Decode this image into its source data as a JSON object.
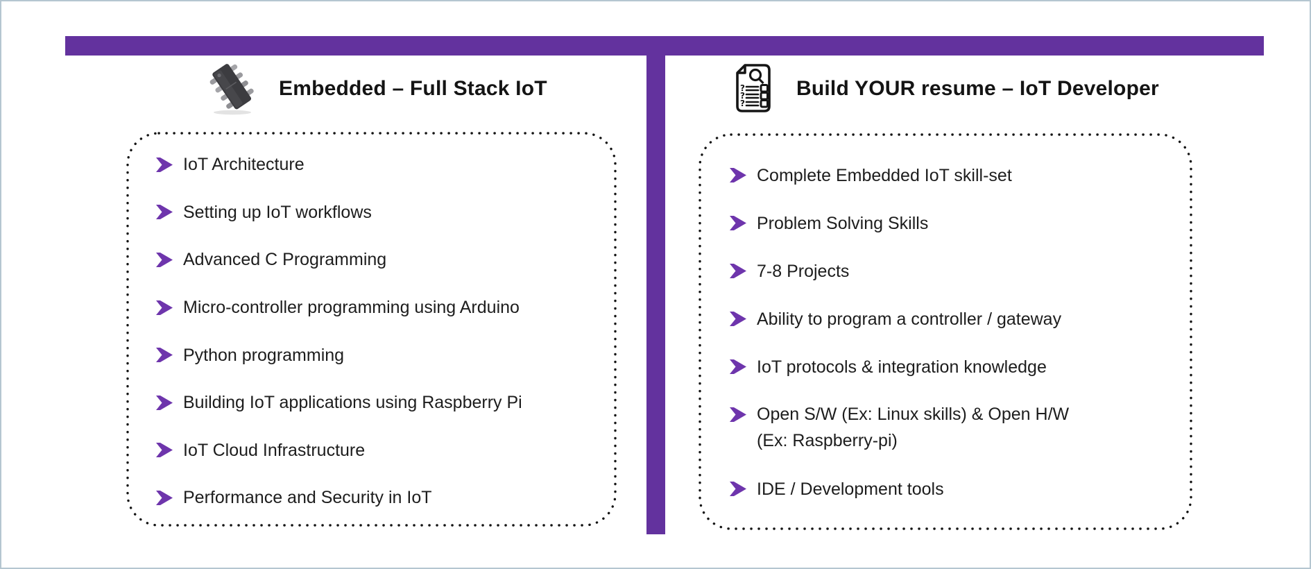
{
  "theme": {
    "accent_color": "#63329e",
    "bullet_color": "#6e35ac",
    "frame_color": "#b5c6d0",
    "dot_color": "#141414",
    "text_color": "#1d1d1d",
    "bg": "#ffffff"
  },
  "left_panel": {
    "icon": "microchip",
    "title": "Embedded – Full Stack IoT",
    "items": [
      "IoT Architecture",
      "Setting up IoT workflows",
      "Advanced C Programming",
      "Micro-controller programming using Arduino",
      "Python programming",
      "Building IoT applications using Raspberry Pi",
      "IoT Cloud Infrastructure",
      "Performance and Security in IoT"
    ]
  },
  "right_panel": {
    "icon": "resume-checklist",
    "title": "Build YOUR resume – IoT Developer",
    "items": [
      "Complete Embedded IoT skill-set",
      "Problem Solving Skills",
      "7-8 Projects",
      "Ability to program a controller / gateway",
      "IoT protocols & integration knowledge",
      "Open S/W  (Ex: Linux skills) & Open H/W\n(Ex: Raspberry-pi)",
      "IDE / Development tools"
    ]
  }
}
